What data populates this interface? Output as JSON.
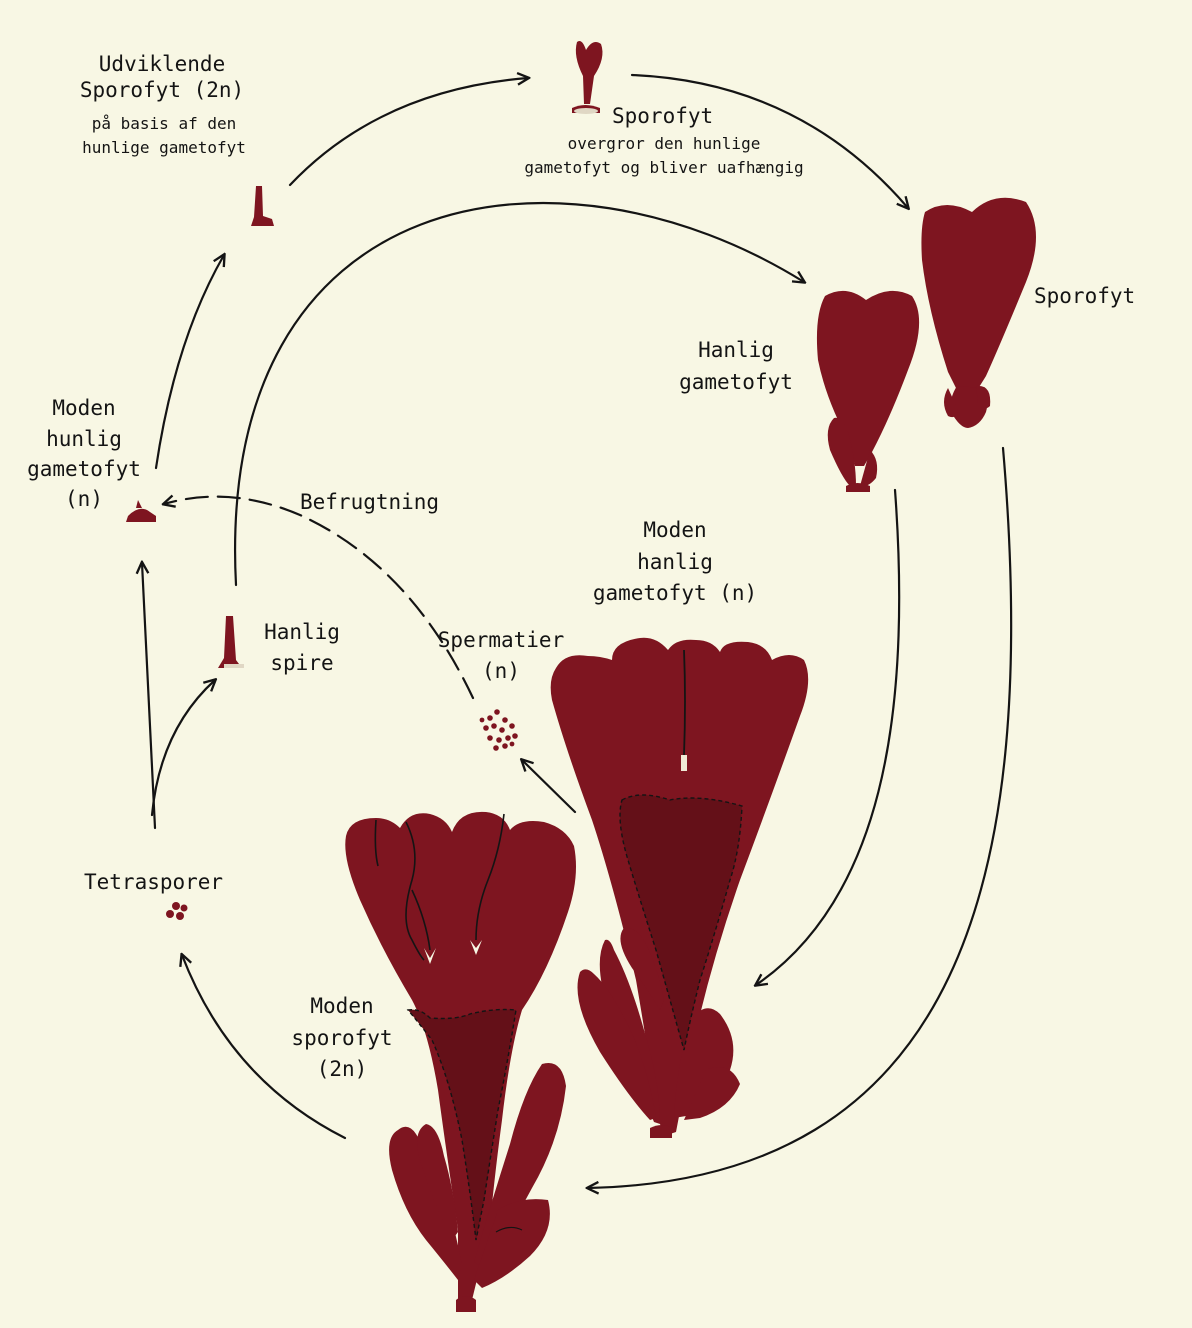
{
  "labels": {
    "udviklende_title_1": "Udviklende",
    "udviklende_title_2": "Sporofyt (2n)",
    "udviklende_sub_1": "på basis af den",
    "udviklende_sub_2": "hunlige gametofyt",
    "sporofyt_top_title": "Sporofyt",
    "sporofyt_top_sub_1": "overgror den hunlige",
    "sporofyt_top_sub_2": "gametofyt og bliver uafhængig",
    "sporofyt_right": "Sporofyt",
    "hanlig_gametofyt_1": "Hanlig",
    "hanlig_gametofyt_2": "gametofyt",
    "moden_hunlig_1": "Moden",
    "moden_hunlig_2": "hunlig",
    "moden_hunlig_3": "gametofyt",
    "moden_hunlig_4": "(n)",
    "befrugtning": "Befrugtning",
    "moden_hanlig_1": "Moden",
    "moden_hanlig_2": "hanlig",
    "moden_hanlig_3": "gametofyt (n)",
    "hanlig_spire_1": "Hanlig",
    "hanlig_spire_2": "spire",
    "spermatier_1": "Spermatier",
    "spermatier_2": "(n)",
    "tetrasporer": "Tetrasporer",
    "moden_sporofyt_1": "Moden",
    "moden_sporofyt_2": "sporofyt",
    "moden_sporofyt_3": "(2n)"
  },
  "colors": {
    "background": "#f8f7e4",
    "algae": "#7e1520",
    "algae_dark": "#641018",
    "arrow": "#141414"
  }
}
